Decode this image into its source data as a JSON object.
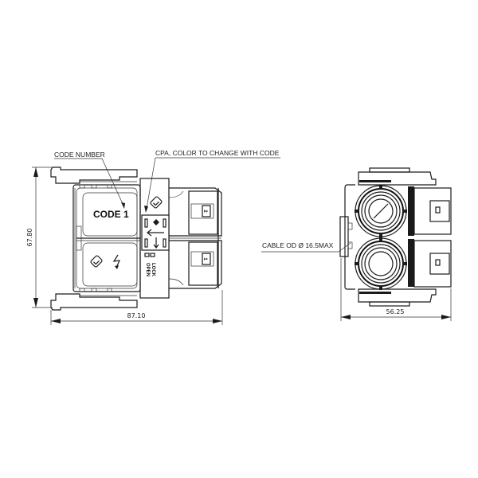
{
  "drawing": {
    "side_view": {
      "callout_code_number": "CODE NUMBER",
      "callout_cpa": "CPA, COLOR TO CHANGE WITH CODE",
      "code_label": "CODE 1",
      "cpa_text_open": "OPEN",
      "cpa_text_lock": "LOCK",
      "terminal_1": "1",
      "terminal_2": "2",
      "dim_height": "67.80",
      "dim_length": "87.10"
    },
    "end_view": {
      "callout_cable": "CABLE OD Ø 16.5MAX",
      "dim_width": "56.25"
    }
  }
}
